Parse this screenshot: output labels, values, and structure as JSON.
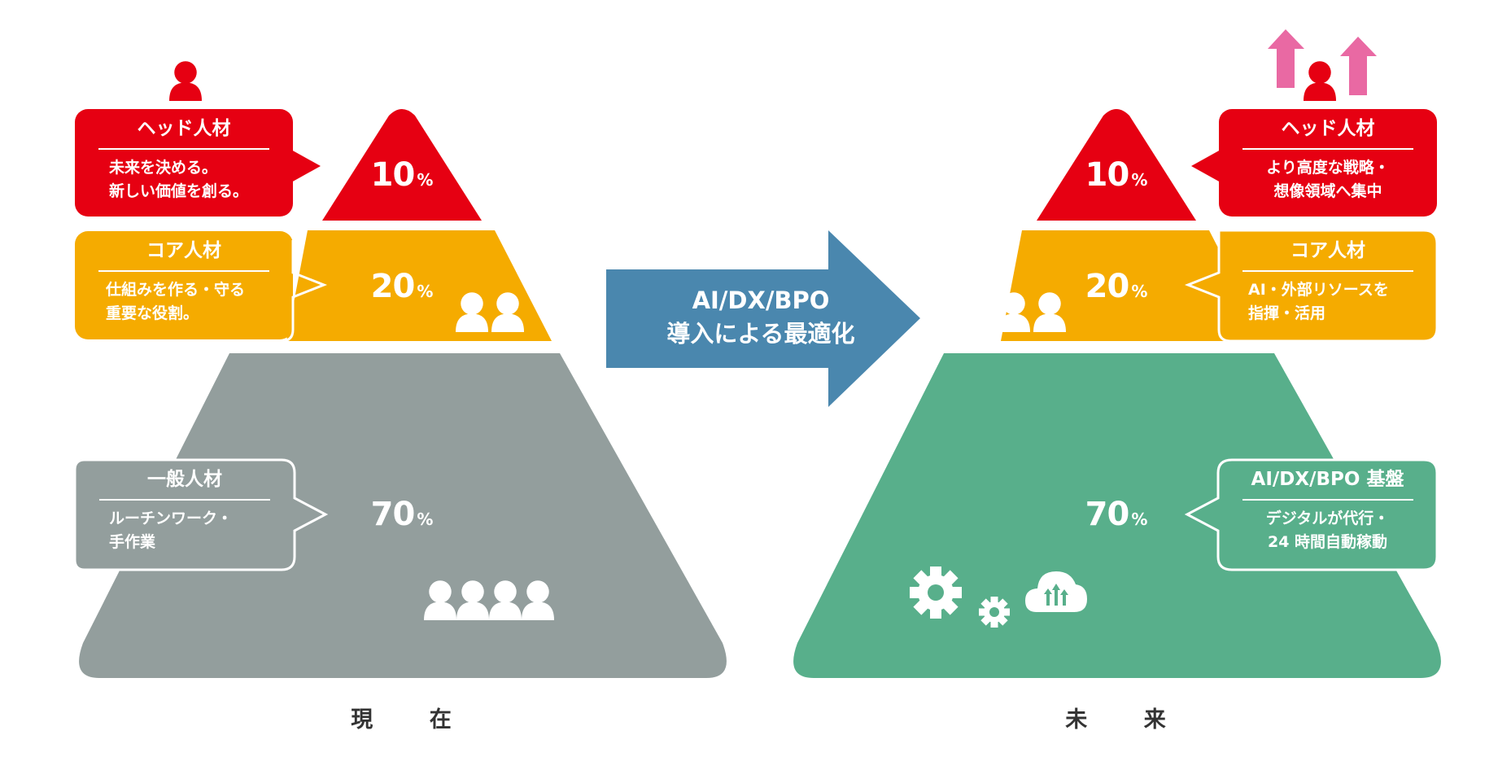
{
  "colors": {
    "head": "#E60012",
    "core": "#F5AB00",
    "general_current": "#939E9D",
    "general_future": "#58AF8B",
    "arrow": "#4A87AE",
    "up_arrow": "#E969A3",
    "caption": "#333333"
  },
  "current": {
    "caption": "現 在",
    "tiers": [
      {
        "key": "head",
        "percent": "10",
        "unit": "%",
        "title": "ヘッド人材",
        "desc": [
          "未来を決める。",
          "新しい価値を創る。"
        ],
        "people": 1
      },
      {
        "key": "core",
        "percent": "20",
        "unit": "%",
        "title": "コア人材",
        "desc": [
          "仕組みを作る・守る",
          "重要な役割。"
        ],
        "people": 2
      },
      {
        "key": "general",
        "percent": "70",
        "unit": "%",
        "title": "一般人材",
        "desc": [
          "ルーチンワーク・",
          "手作業"
        ],
        "people": 4
      }
    ]
  },
  "transition": {
    "line1": "AI/DX/BPO",
    "line2": "導入による最適化"
  },
  "future": {
    "caption": "未 来",
    "tiers": [
      {
        "key": "head",
        "percent": "10",
        "unit": "%",
        "title": "ヘッド人材",
        "desc": [
          "より高度な戦略・",
          "想像領域へ集中"
        ],
        "icon": "person-with-up-arrows-icon"
      },
      {
        "key": "core",
        "percent": "20",
        "unit": "%",
        "title": "コア人材",
        "desc": [
          "AI・外部リソースを",
          "指揮・活用"
        ],
        "people": 2
      },
      {
        "key": "platform",
        "percent": "70",
        "unit": "%",
        "title": "AI/DX/BPO 基盤",
        "desc": [
          "デジタルが代行・",
          "24 時間自動稼動"
        ],
        "icons": [
          "gear-icon",
          "gear-small-icon",
          "cloud-upload-icon"
        ]
      }
    ]
  }
}
